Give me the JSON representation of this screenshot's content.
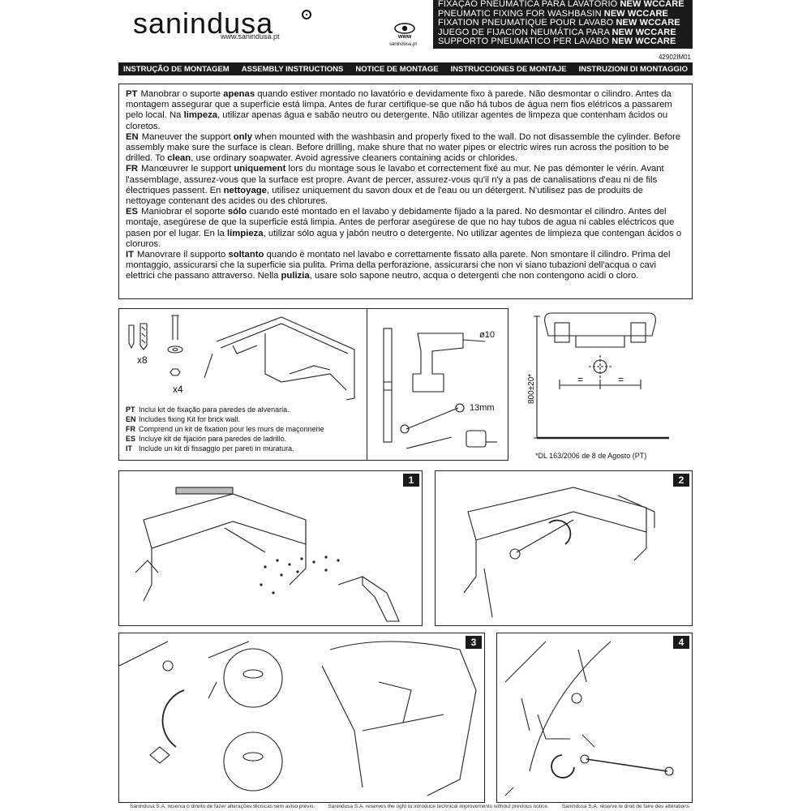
{
  "header": {
    "brand": "sanindusa",
    "website": "www.sanindusa.pt",
    "www_label": "www",
    "www_site": "sanindusa.pt",
    "doc_ref": "42902IM01"
  },
  "titles": [
    {
      "prefix": "FIXAÇÃO PNEUMÁTICA PARA LAVATÓRIO ",
      "bold": "NEW WCCARE"
    },
    {
      "prefix": "PNEUMATIC FIXING FOR WASHBASIN ",
      "bold": "NEW WCCARE"
    },
    {
      "prefix": "FIXATION PNEUMATIQUE POUR LAVABO ",
      "bold": "NEW WCCARE"
    },
    {
      "prefix": "JUEGO DE FIJACION NEUMÁTICA PARA ",
      "bold": "NEW WCCARE"
    },
    {
      "prefix": "SUPPORTO PNEUMATICO PER LAVABO ",
      "bold": "NEW WCCARE"
    }
  ],
  "lang_bar": [
    "INSTRUÇÃO DE MONTAGEM",
    "ASSEMBLY INSTRUCTIONS",
    "NOTICE DE MONTAGE",
    "INSTRUCCIONES DE MONTAJE",
    "INSTRUZIONI DI MONTAGGIO"
  ],
  "instructions": {
    "pt": {
      "code": "PT",
      "a": "Manobrar o suporte ",
      "b1": "apenas",
      "c": " quando estiver montado no lavatório e devidamente fixo à parede. Não desmontar o cilindro. Antes da montagem assegurar que a superfície está limpa. Antes de furar certifique-se que não há tubos de água nem fios elétricos a passarem pelo local. Na ",
      "b2": "limpeza",
      "d": ", utilizar apenas água e sabão neutro ou detergente. Não utilizar agentes de limpeza que contenham ácidos ou cloretos."
    },
    "en": {
      "code": "EN",
      "a": "Maneuver the support ",
      "b1": "only",
      "c": " when mounted with the washbasin and properly fixed to the wall. Do not disassemble the cylinder. Before assembly make sure the surface is clean. Before drilling, make shure that no water pipes or electric wires run across the position to be drilled. To ",
      "b2": "clean",
      "d": ", use ordinary soapwater. Avoid agressive cleaners containing acids or chlorides."
    },
    "fr": {
      "code": "FR",
      "a": "Manœuvrer le support ",
      "b1": "uniquement",
      "c": " lors du montage sous le lavabo et correctement fixé au mur. Ne pas démonter le vérin. Avant l'assemblage, assurez-vous que la surface est propre. Avant de percer, assurez-vous qu'il n'y a pas de canalisations d'eau ni de fils électriques passent. En ",
      "b2": "nettoyage",
      "d": ", utilisez uniquement du savon doux et de l'eau ou un détergent. N'utilisez pas de produits de nettoyage contenant des acides ou des chlorures."
    },
    "es": {
      "code": "ES",
      "a": "Maniobrar el soporte ",
      "b1": "sólo",
      "c": " cuando esté montado en el lavabo y debidamente fijado a la pared. No desmontar el cilindro. Antes del montaje, asegúrese de que la superficie está limpia. Antes de perforar asegúrese de que no hay tubos de agua ni cables eléctricos que pasen por el lugar. En la ",
      "b2": "limpieza",
      "d": ", utilizar sólo agua y jabón neutro o detergente. No utilizar agentes de limpieza que contengan ácidos o cloruros."
    },
    "it": {
      "code": "IT",
      "a": "Manovrare il supporto ",
      "b1": "soltanto",
      "c": " quando è montato nel lavabo e correttamente fissato alla parete. Non smontare il cilindro. Prima del montaggio, assicurarsi che la superficie sia pulita. Prima della perforazione, assicurarsi che non vi siano tubazioni dell'acqua o cavi elettrici che passano attraverso. Nella ",
      "b2": "pulizia",
      "d": ", usare solo sapone neutro, acqua o detergenti che non contengono acidi o cloro."
    }
  },
  "kit": {
    "qty_screws": "x8",
    "qty_washers": "x4",
    "lines": [
      {
        "code": "PT",
        "text": "Inclui kit de fixação para paredes de alvenaria."
      },
      {
        "code": "EN",
        "text": "Includes fixing Kit for brick wall."
      },
      {
        "code": "FR",
        "text": "Comprend un kit de fixation pour les murs de maçonnerie"
      },
      {
        "code": "ES",
        "text": "Incluye kit de fijación para paredes de ladrillo."
      },
      {
        "code": "IT",
        "text": "Include un kit di fissaggio per pareti in muratura."
      }
    ]
  },
  "tools": {
    "drill_size": "ø10",
    "wrench_size": "13mm"
  },
  "dimensions": {
    "height": "800±20*",
    "equal_mark": "=",
    "note": "*DL 163/2006 de 8 de Agosto (PT)"
  },
  "steps": [
    "1",
    "2",
    "3",
    "4"
  ],
  "footer": [
    "Sanindusa S.A. reserva o direito de fazer alterações técnicas sem aviso prévio.",
    "Sanindusa S.A. reserves the right to introduce technical improvements without previous notice.",
    "Sanindusa S.A. réserve le droit de faire des altérations"
  ]
}
